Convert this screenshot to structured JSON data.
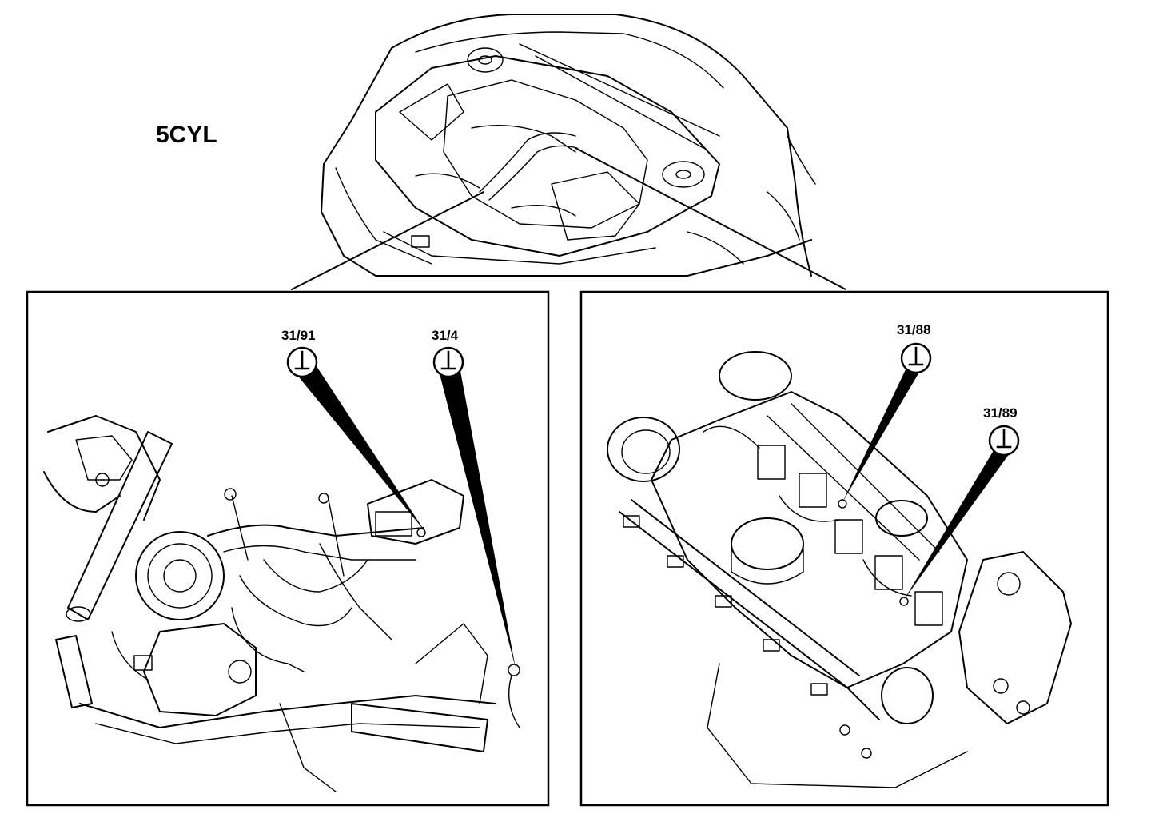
{
  "title": "5CYL",
  "ground_points": [
    {
      "id": "gp-31-91",
      "label": "31/91",
      "panel": "left"
    },
    {
      "id": "gp-31-4",
      "label": "31/4",
      "panel": "left"
    },
    {
      "id": "gp-31-88",
      "label": "31/88",
      "panel": "right"
    },
    {
      "id": "gp-31-89",
      "label": "31/89",
      "panel": "right"
    }
  ],
  "icons": {
    "ground": "ground-symbol-icon"
  }
}
